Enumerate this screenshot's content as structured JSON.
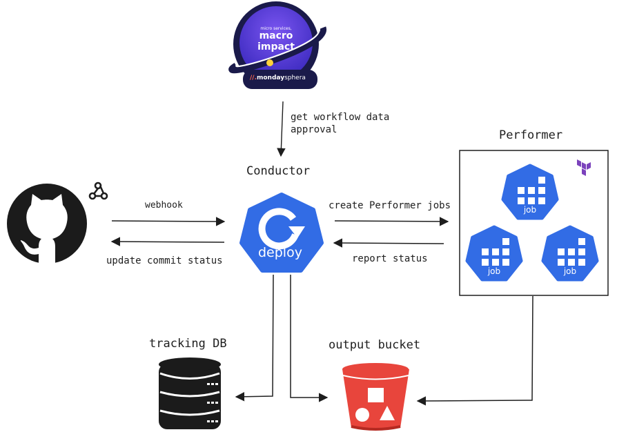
{
  "badge": {
    "line1": "micro services,",
    "line2": "macro",
    "line3": "impact",
    "brand_mark": "//.",
    "brand_bold": "monday",
    "brand_light": "sphera"
  },
  "nodes": {
    "conductor": {
      "title": "Conductor",
      "icon_text": "deploy"
    },
    "performer": {
      "title": "Performer",
      "job_label": "job"
    },
    "tracking_db": {
      "title": "tracking DB"
    },
    "output_bucket": {
      "title": "output bucket"
    }
  },
  "edges": {
    "get_workflow_line1": "get workflow data",
    "get_workflow_line2": "approval",
    "webhook": "webhook",
    "update_commit": "update commit status",
    "create_jobs": "create Performer jobs",
    "report_status": "report status"
  },
  "colors": {
    "k8s_blue": "#326ce5",
    "bucket_red": "#e8453c",
    "badge_purple": "#5b3ee0",
    "badge_navy": "#1a1a4a",
    "terraform_purple": "#7b42bc",
    "ink": "#1e1e1e"
  }
}
